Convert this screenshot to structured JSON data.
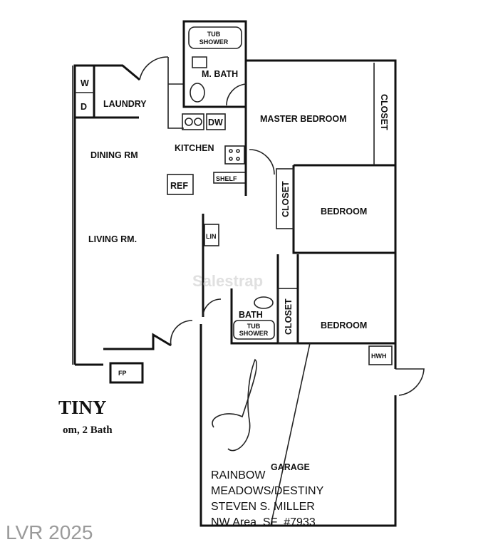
{
  "plan": {
    "rooms": {
      "tub_shower_master_1": "TUB",
      "tub_shower_master_2": "SHOWER",
      "master_bath": "M. BATH",
      "washer": "W",
      "dryer": "D",
      "laundry": "LAUNDRY",
      "dishwasher": "DW",
      "master_bedroom": "MASTER BEDROOM",
      "closet_master": "CLOSET",
      "dining": "DINING RM",
      "kitchen": "KITCHEN",
      "refrigerator": "REF",
      "shelf": "SHELF",
      "closet_bedroom2": "CLOSET",
      "bedroom2": "BEDROOM",
      "linen": "LIN",
      "living": "LIVING RM.",
      "bath": "BATH",
      "tub_shower_bath_1": "TUB",
      "tub_shower_bath_2": "SHOWER",
      "closet_bedroom3": "CLOSET",
      "bedroom3": "BEDROOM",
      "water_heater": "HWH",
      "fireplace": "FP",
      "garage": "GARAGE"
    },
    "model_name": "TINY",
    "model_subtitle": "om, 2 Bath",
    "stamp": {
      "line1": "RAINBOW",
      "line2": "MEADOWS/DESTINY",
      "line3": "STEVEN S. MILLER",
      "line4": "NW Area  SF  #7933"
    },
    "watermark_center": "Salestrap",
    "watermark_corner": "LVR 2025"
  }
}
